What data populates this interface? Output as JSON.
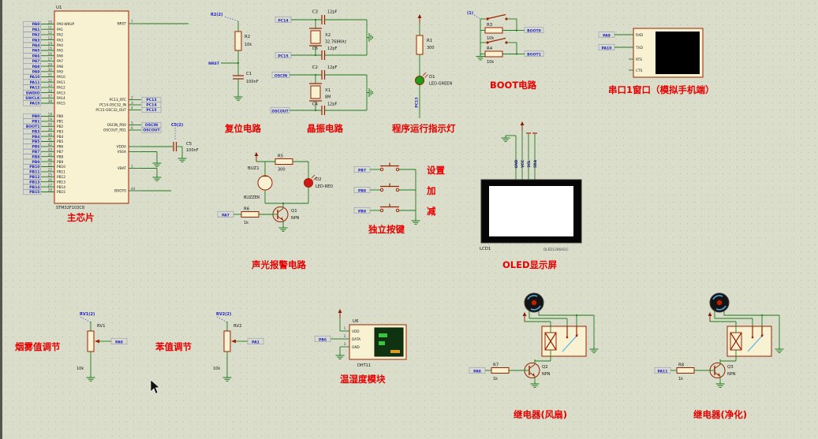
{
  "colors": {
    "background": "#d9ddc9",
    "wire": "#1e7b1e",
    "component_outline": "#9c2100",
    "component_fill": "#f8f2d3",
    "net_label": "#2020c8",
    "annotation_red": "#e80000",
    "led_green": "#18a018",
    "led_red": "#d01818"
  },
  "chip": {
    "ref": "U1",
    "part": "STM32F103C8",
    "caption": "主芯片",
    "left_pins": [
      {
        "label": "PA0",
        "num": "10",
        "name": "PA0-WKUP"
      },
      {
        "label": "PA1",
        "num": "11",
        "name": "PA1"
      },
      {
        "label": "PA2",
        "num": "12",
        "name": "PA2"
      },
      {
        "label": "PA3",
        "num": "13",
        "name": "PA3"
      },
      {
        "label": "PA4",
        "num": "14",
        "name": "PA4"
      },
      {
        "label": "PA5",
        "num": "15",
        "name": "PA5"
      },
      {
        "label": "PA6",
        "num": "16",
        "name": "PA6"
      },
      {
        "label": "PA7",
        "num": "17",
        "name": "PA7"
      },
      {
        "label": "PA8",
        "num": "29",
        "name": "PA8"
      },
      {
        "label": "PA9",
        "num": "30",
        "name": "PA9"
      },
      {
        "label": "PA10",
        "num": "31",
        "name": "PA10"
      },
      {
        "label": "PA11",
        "num": "32",
        "name": "PA11"
      },
      {
        "label": "PA12",
        "num": "33",
        "name": "PA12"
      },
      {
        "label": "SWDIO",
        "num": "34",
        "name": "PA13"
      },
      {
        "label": "SWCLK",
        "num": "37",
        "name": "PA14"
      },
      {
        "label": "PA15",
        "num": "38",
        "name": "PA15"
      },
      {
        "label": "PB0",
        "num": "18",
        "name": "PB0"
      },
      {
        "label": "PB1",
        "num": "19",
        "name": "PB1"
      },
      {
        "label": "BOOT1",
        "num": "20",
        "name": "PB2"
      },
      {
        "label": "PB3",
        "num": "39",
        "name": "PB3"
      },
      {
        "label": "PB4",
        "num": "40",
        "name": "PB4"
      },
      {
        "label": "PB5",
        "num": "41",
        "name": "PB5"
      },
      {
        "label": "PB6",
        "num": "42",
        "name": "PB6"
      },
      {
        "label": "PB7",
        "num": "43",
        "name": "PB7"
      },
      {
        "label": "PB8",
        "num": "45",
        "name": "PB8"
      },
      {
        "label": "PB9",
        "num": "46",
        "name": "PB9"
      },
      {
        "label": "PB10",
        "num": "21",
        "name": "PB10"
      },
      {
        "label": "PB11",
        "num": "22",
        "name": "PB11"
      },
      {
        "label": "PB12",
        "num": "25",
        "name": "PB12"
      },
      {
        "label": "PB13",
        "num": "26",
        "name": "PB13"
      },
      {
        "label": "PB14",
        "num": "27",
        "name": "PB14"
      },
      {
        "label": "PB15",
        "num": "28",
        "name": "PB15"
      }
    ],
    "right_pins": [
      {
        "name": "NRST",
        "num": "7",
        "label": ""
      },
      {
        "name": "PC13_RTC",
        "num": "2",
        "label": "PC13"
      },
      {
        "name": "PC14-OSC32_IN",
        "num": "3",
        "label": "PC14"
      },
      {
        "name": "PC15-OSC32_OUT",
        "num": "4",
        "label": "PC15"
      },
      {
        "name": "OSCIN_PD0",
        "num": "5",
        "label": "OSCIN"
      },
      {
        "name": "OSCOUT_PD1",
        "num": "6",
        "label": "OSCOUT"
      },
      {
        "name": "VDDA",
        "num": "",
        "label": ""
      },
      {
        "name": "VSSA",
        "num": "",
        "label": ""
      },
      {
        "name": "VBAT",
        "num": "1",
        "label": ""
      },
      {
        "name": "BOOT0",
        "num": "44",
        "label": ""
      }
    ]
  },
  "c5": {
    "net": "C5(2)",
    "ref": "C5",
    "val": "100nF"
  },
  "reset": {
    "caption": "复位电路",
    "wire_label": "R2(2)",
    "nrst": "NRST",
    "r": {
      "ref": "R2",
      "val": "10k"
    },
    "c": {
      "ref": "C1",
      "val": "100nF"
    }
  },
  "crystal": {
    "caption": "晶振电路",
    "x2": {
      "ref": "X2",
      "val": "32.768KHz"
    },
    "x1": {
      "ref": "X1",
      "val": "8M"
    },
    "caps": [
      {
        "ref": "C3",
        "val": "12pF"
      },
      {
        "ref": "C6",
        "val": "12pF"
      },
      {
        "ref": "C2",
        "val": "12pF"
      },
      {
        "ref": "C4",
        "val": "12pF"
      }
    ],
    "nets": [
      "PC14",
      "PC15",
      "OSCIN",
      "OSCOUT"
    ]
  },
  "indicator": {
    "caption": "程序运行指示灯",
    "r": {
      "ref": "R1",
      "val": "300"
    },
    "d": {
      "ref": "D1",
      "val": "LED-GREEN"
    },
    "net": "PC13"
  },
  "boot": {
    "caption": "BOOT电路",
    "wire_label": "(1)",
    "r3": {
      "ref": "R3",
      "val": "10k"
    },
    "r4": {
      "ref": "R4",
      "val": "10k"
    },
    "net0": "BOOT0",
    "net1": "BOOT1"
  },
  "serial": {
    "caption": "串口1窗口（模拟手机端）",
    "nets": [
      "PA9",
      "PA10"
    ],
    "pins": [
      "RXD",
      "TXD",
      "RTS",
      "CTS"
    ]
  },
  "alarm": {
    "caption": "声光报警电路",
    "r5": {
      "ref": "R5",
      "val": "300"
    },
    "buz": {
      "ref": "BUZ1",
      "val": "BUZZER"
    },
    "d2": {
      "ref": "D2",
      "val": "LED-RED"
    },
    "q1": {
      "ref": "Q1",
      "val": "NPN"
    },
    "r6": {
      "ref": "R6",
      "val": "1k"
    },
    "net": "PA7"
  },
  "keys": {
    "caption": "独立按键",
    "buttons": [
      {
        "net": "PB7",
        "label": "设置"
      },
      {
        "net": "PB8",
        "label": "加"
      },
      {
        "net": "PB9",
        "label": "减"
      }
    ]
  },
  "oled": {
    "caption": "OLED显示屏",
    "ref": "LCD1",
    "part": "OLED12864I2C",
    "pins": [
      "GND",
      "VCC",
      "SCL",
      "SDA"
    ]
  },
  "pot1": {
    "caption": "烟雾值调节",
    "wire_label": "RV1(2)",
    "ref": "RV1",
    "val": "10k",
    "net": "PA0"
  },
  "pot2": {
    "caption": "苯值调节",
    "wire_label": "RV2(2)",
    "ref": "RV2",
    "val": "10k",
    "net": "PA1"
  },
  "dht": {
    "caption": "温湿度模块",
    "ref": "U6",
    "part": "DHT11",
    "pins": [
      "VDD",
      "DATA",
      "GND"
    ],
    "nums": [
      "1",
      "2",
      "3"
    ],
    "net": "PB6"
  },
  "relay_fan": {
    "caption": "继电器(风扇)",
    "q": {
      "ref": "Q2",
      "val": "NPN"
    },
    "r": {
      "ref": "R7",
      "val": "1k"
    },
    "net": "PA8"
  },
  "relay_air": {
    "caption": "继电器(净化)",
    "q": {
      "ref": "Q3",
      "val": "NPN"
    },
    "r": {
      "ref": "R8",
      "val": "1k"
    },
    "net": "PA11"
  }
}
